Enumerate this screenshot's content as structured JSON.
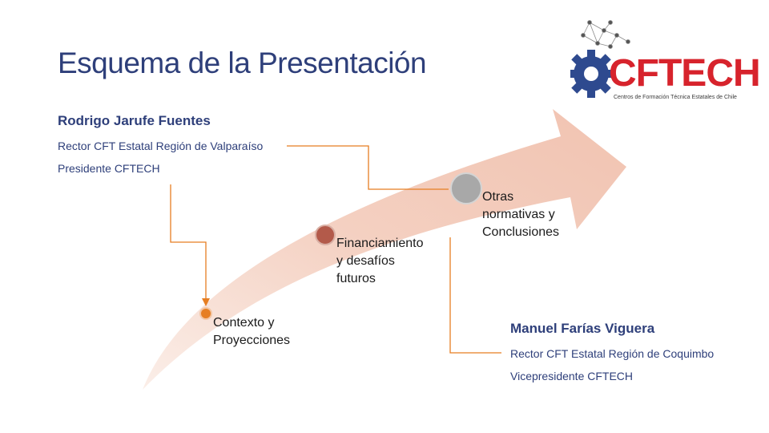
{
  "slide": {
    "title": "Esquema de la Presentación"
  },
  "presenter_top": {
    "name": "Rodrigo Jarufe Fuentes",
    "role1": "Rector CFT Estatal Región de Valparaíso",
    "role2": "Presidente CFTECH"
  },
  "presenter_bottom": {
    "name": "Manuel Farías Viguera",
    "role1": "Rector CFT Estatal Región de Coquimbo",
    "role2": "Vicepresidente CFTECH"
  },
  "steps": [
    {
      "line1": "Contexto y",
      "line2": "Proyecciones",
      "line3": "",
      "color": "#e67e22"
    },
    {
      "line1": "Financiamiento",
      "line2": "y desafíos",
      "line3": "futuros",
      "color": "#b35a4a"
    },
    {
      "line1": "Otras",
      "line2": "normativas y",
      "line3": "Conclusiones",
      "color": "#a8a8a8"
    }
  ],
  "logo": {
    "word": "CFTECH",
    "tagline": "Centros de Formación Técnica Estatales de Chile"
  },
  "colors": {
    "title": "#2e3f7a",
    "arrow": "#f4d3c6",
    "connector": "#e67e22",
    "logo_red": "#d7232c",
    "logo_blue": "#2e4a8f"
  }
}
